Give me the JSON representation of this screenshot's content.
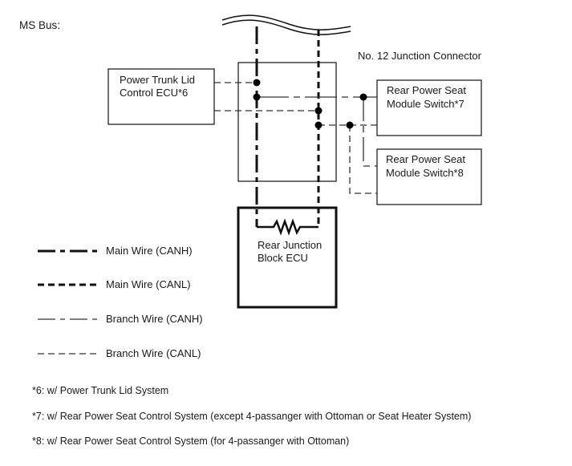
{
  "title": "MS Bus:",
  "connector_label": "No. 12 Junction Connector",
  "components": {
    "trunk_ecu": [
      "Power Trunk Lid",
      "Control ECU*6"
    ],
    "seat_switch_7": [
      "Rear Power Seat",
      "Module Switch*7"
    ],
    "seat_switch_8": [
      "Rear Power Seat",
      "Module Switch*8"
    ],
    "junction_ecu": [
      "Rear Junction",
      "Block ECU"
    ]
  },
  "legend": [
    {
      "style": "main-canh",
      "label": "Main Wire (CANH)"
    },
    {
      "style": "main-canl",
      "label": "Main Wire (CANL)"
    },
    {
      "style": "branch-canh",
      "label": "Branch Wire (CANH)"
    },
    {
      "style": "branch-canl",
      "label": "Branch Wire (CANL)"
    }
  ],
  "notes": [
    "*6: w/ Power Trunk Lid System",
    "*7: w/ Rear Power Seat Control System (except 4-passanger with Ottoman or Seat Heater System)",
    "*8: w/ Rear Power Seat Control System (for 4-passanger with Ottoman)"
  ]
}
